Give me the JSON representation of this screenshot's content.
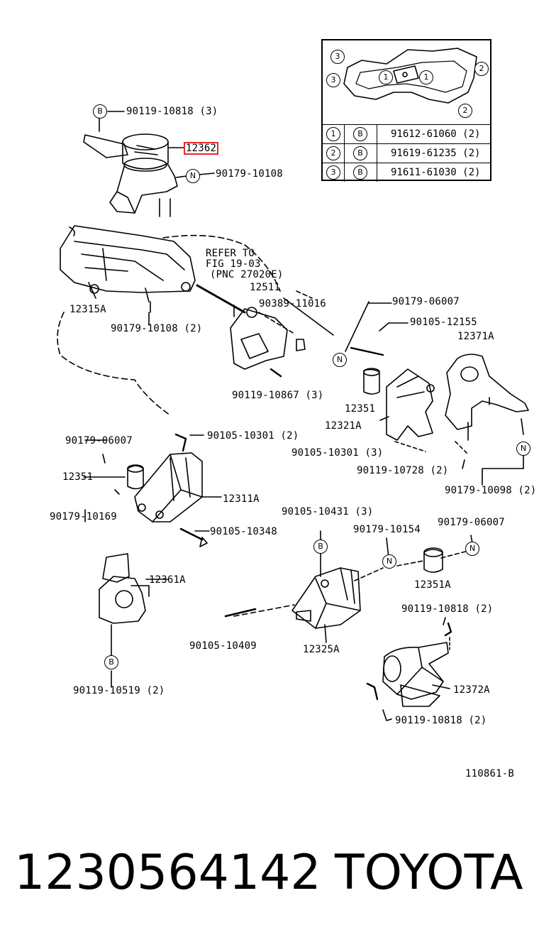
{
  "labels": {
    "b_90119_10818": "90119-10818 (3)",
    "p_12362": "12362",
    "n_90179_10108": "90179-10108",
    "refer_to": "REFER TO",
    "fig_19_03": "FIG 19-03",
    "pnc": "(PNC 27020E)",
    "p_12511": "12511",
    "p_90389_11016": "90389-11016",
    "p_12315A": "12315A",
    "p_90179_10108_2": "90179-10108 (2)",
    "p_90119_10867": "90119-10867 (3)",
    "p_90179_06007_a": "90179-06007",
    "p_90105_12155": "90105-12155",
    "p_12371A": "12371A",
    "p_12351_a": "12351",
    "p_12321A": "12321A",
    "p_90105_10301_3": "90105-10301 (3)",
    "p_90119_10728": "90119-10728 (2)",
    "p_90179_10098": "90179-10098 (2)",
    "p_90179_06007_b": "90179-06007",
    "p_90105_10301_2": "90105-10301 (2)",
    "p_12351_b": "12351",
    "p_12311A": "12311A",
    "p_90179_10169": "90179-10169",
    "p_90105_10348": "90105-10348",
    "p_90105_10431": "90105-10431 (3)",
    "p_90179_10154": "90179-10154",
    "p_90179_06007_c": "90179-06007",
    "p_12361A": "12361A",
    "p_12351A": "12351A",
    "p_90119_10818_2a": "90119-10818 (2)",
    "p_90105_10409": "90105-10409",
    "p_12325A": "12325A",
    "p_12372A": "12372A",
    "p_90119_10519": "90119-10519 (2)",
    "p_90119_10818_2b": "90119-10818 (2)"
  },
  "markers": {
    "b": "B",
    "n": "N",
    "one": "1",
    "two": "2",
    "three": "3"
  },
  "inset": {
    "rows": [
      {
        "num": "1",
        "mark": "B",
        "part": "91612-61060 (2)"
      },
      {
        "num": "2",
        "mark": "B",
        "part": "91619-61235 (2)"
      },
      {
        "num": "3",
        "mark": "B",
        "part": "91611-61030 (2)"
      }
    ]
  },
  "figure_code": "110861-B",
  "footer": {
    "part_number": "1230564142",
    "brand": "TOYOTA"
  },
  "colors": {
    "highlight": "#e8262a",
    "ink": "#000000"
  }
}
